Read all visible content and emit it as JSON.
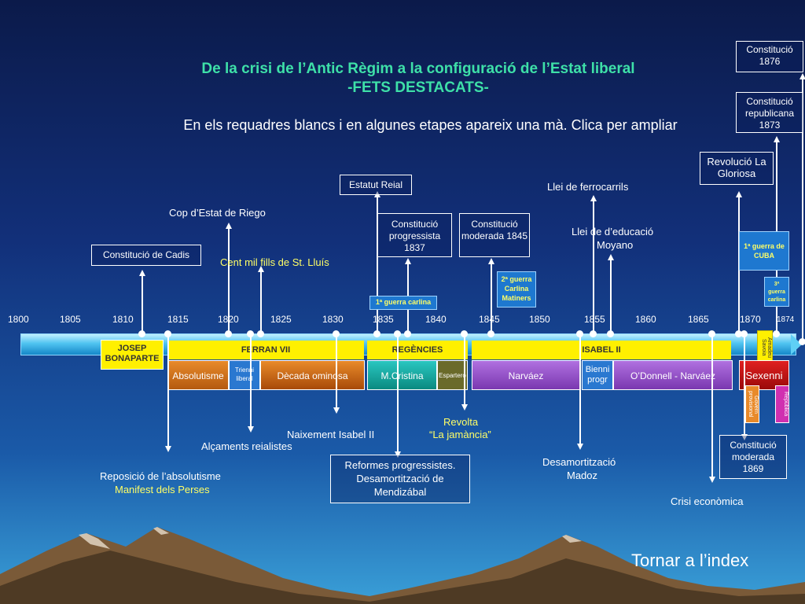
{
  "title_line1": "De la crisi de l’Antic Règim a la configuració de l’Estat liberal",
  "title_line2": "-FETS DESTACATS-",
  "subtitle": "En els requadres blancs i en algunes etapes apareix una mà. Clica per ampliar",
  "years": [
    "1800",
    "1805",
    "1810",
    "1815",
    "1820",
    "1825",
    "1830",
    "1835",
    "1840",
    "1845",
    "1850",
    "1855",
    "1860",
    "1865",
    "1870",
    "1874"
  ],
  "reigns": {
    "josep": "JOSEP BONAPARTE",
    "ferran": "FERRAN VII",
    "regencies": "REGÈNCIES",
    "isabel": "ISABEL II",
    "amadeu": "Amadeu Savoia"
  },
  "stages": {
    "absolutisme": "Absolutisme",
    "trienni": "Trienni liberal",
    "decada": "Dècada ominosa",
    "mcristina": "M.Cristina",
    "espartero": "Espartero",
    "narvaez": "Narváez",
    "bienni": "Bienni progr",
    "odonnell": "O’Donnell - Narváez",
    "sexenni": "Sexenni",
    "govern": "Govern provisional",
    "republica": "República"
  },
  "top_boxes": {
    "c1876": "Constitució 1876",
    "c1873": "Constitució republicana 1873",
    "gloriosa": "Revolució La Gloriosa",
    "estatut": "Estatut Reial",
    "c1837": "Constitució progressista 1837",
    "c1845": "Constitució moderada 1845",
    "cadis": "Constitució de Cadis",
    "carlina1": "1ª guerra carlina",
    "carlina2": "2ª guerra Carlina Matiners",
    "cuba": "1ª guerra de CUBA",
    "carlina3": "3ª guerra carlina"
  },
  "top_labels": {
    "riego": "Cop d’Estat de Riego",
    "centmil": "Cent mil fills de St. Lluís",
    "ferrocarrils": "Llei de ferrocarrils",
    "moyano_1": "Llei de d’educació",
    "moyano_2": "Moyano"
  },
  "bottom_labels": {
    "isabel": "Naixement Isabel II",
    "realistes": "Alçaments reialistes",
    "reposicio": "Reposició de l’absolutisme",
    "perses": "Manifest dels Perses",
    "revolta": "Revolta",
    "jamancia": "“La jamància”",
    "madoz_1": "Desamortització",
    "madoz_2": "Madoz",
    "crisi": "Crisi econòmica"
  },
  "bottom_boxes": {
    "reformes": "Reformes progressistes. Desamortització de Mendizábal",
    "c1869": "Constitució moderada 1869"
  },
  "back_link": "Tornar a l’index"
}
